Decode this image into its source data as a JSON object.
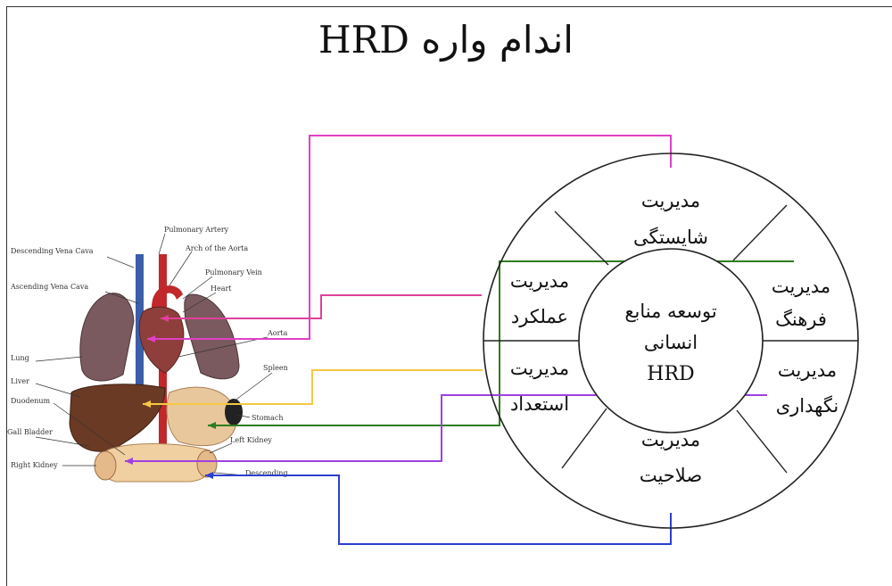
{
  "title": "اندام واره HRD",
  "center": {
    "line1": "توسعه منابع",
    "line2": "انسانی",
    "line3": "HRD"
  },
  "segments": [
    {
      "line1": "مدیریت",
      "line2": "شایستگی"
    },
    {
      "line1": "مدیریت",
      "line2": "فرهنگ"
    },
    {
      "line1": "مدیریت",
      "line2": "نگهداری"
    },
    {
      "line1": "مدیریت",
      "line2": "صلاحیت"
    },
    {
      "line1": "مدیریت",
      "line2": "استعداد"
    },
    {
      "line1": "مدیریت",
      "line2": "عملکرد"
    }
  ],
  "anatomy_labels": {
    "descending_vena_cava": "Descending Vena Cava",
    "pulmonary_artery": "Pulmonary Artery",
    "arch_aorta": "Arch of the Aorta",
    "pulmonary_vein": "Pulmonary Vein",
    "ascending_vena_cava": "Ascending Vena Cava",
    "heart": "Heart",
    "aorta": "Aorta",
    "lung": "Lung",
    "spleen": "Spleen",
    "liver": "Liver",
    "duodenum": "Duodenum",
    "stomach": "Stomach",
    "gall_bladder": "Gall Bladder",
    "left_kidney": "Left Kidney",
    "right_kidney": "Right Kidney",
    "descending": "Descending"
  },
  "colors": {
    "connector_magenta": "#e040c8",
    "connector_pink": "#e0409a",
    "connector_yellow": "#f5c842",
    "connector_green": "#2e7d1e",
    "connector_purple": "#a040e0",
    "connector_blue": "#2b3fd0"
  }
}
